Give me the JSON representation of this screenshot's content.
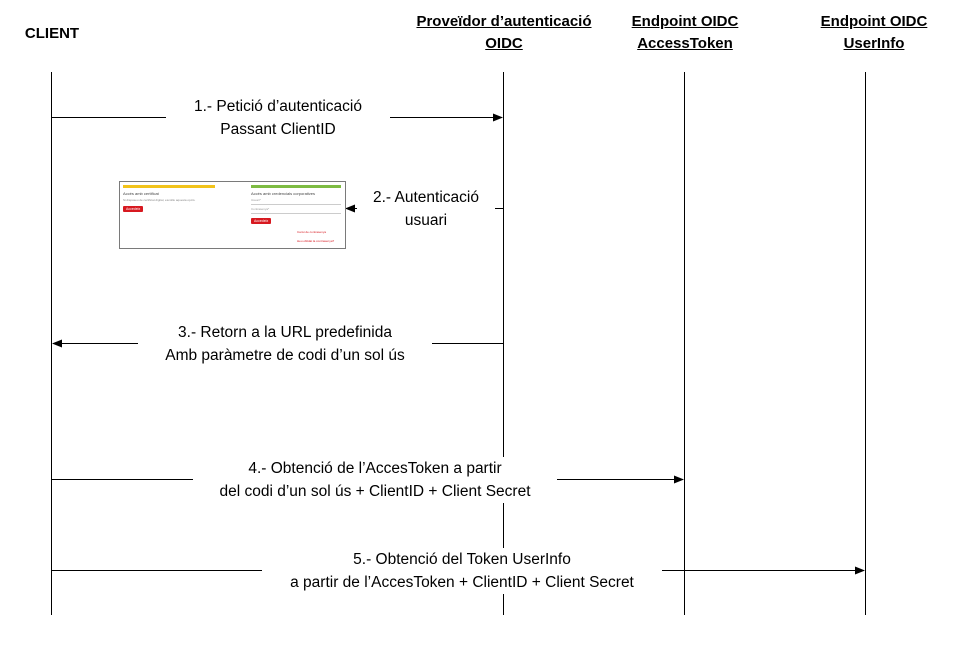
{
  "participants": {
    "client": {
      "label": "CLIENT"
    },
    "provider": {
      "line1": "Proveïdor d’autenticació",
      "line2": "OIDC"
    },
    "access": {
      "line1": "Endpoint OIDC",
      "line2": "AccessToken"
    },
    "userinfo": {
      "line1": "Endpoint OIDC",
      "line2": "UserInfo"
    }
  },
  "messages": {
    "m1": {
      "line1": "1.- Petició d’autenticació",
      "line2": "Passant ClientID"
    },
    "m2": {
      "line1": "2.- Autenticació",
      "line2": "usuari"
    },
    "m3": {
      "line1": "3.- Retorn a la URL predefinida",
      "line2": "Amb paràmetre de codi d’un sol ús"
    },
    "m4": {
      "line1": "4.- Obtenció de l’AccesToken a partir",
      "line2": "del codi d’un sol ús + ClientID + Client Secret"
    },
    "m5": {
      "line1": "5.- Obtenció del Token UserInfo",
      "line2": "a partir de l’AccesToken + ClientID + Client Secret"
    }
  },
  "login_thumbnail": {
    "left_title": "Accés amb certificat",
    "left_text": "Si disposeu de certificat digital, escolliu aquesta opció.",
    "left_button": "Accedeix",
    "right_title": "Accés amb credencials corporatives",
    "user_label": "Usuari*",
    "password_label": "Contrasenya*",
    "right_button": "Accedeix",
    "forgot_link": "Canvi de contrasenya",
    "help_link": "Heu oblidat la contrasenya?",
    "left_bar_color": "#f2c31a",
    "right_bar_color": "#7dbb42",
    "button_color": "#d71920"
  }
}
